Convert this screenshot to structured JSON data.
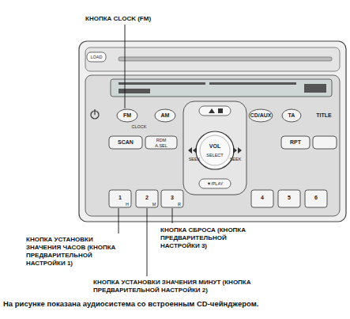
{
  "diagram": {
    "caption": "На рисунке показана аудиосистема со встроенным CD-чейнджером.",
    "labels": [
      "КНОПКА CLOCK (FM)",
      "КНОПКА УСТАНОВКИ ЗНАЧЕНИЯ ЧАСОВ (КНОПКА ПРЕДВАРИТЕЛЬНОЙ НАСТРОЙКИ 1)",
      "КНОПКА СБРОСА (КНОПКА ПРЕДВАРИТЕЛЬНОЙ НАСТРОЙКИ 3)",
      "КНОПКА УСТАНОВКИ ЗНАЧЕНИЯ МИНУТ (КНОПКА ПРЕДВАРИТЕЛЬНОЙ НАСТРОЙКИ 2)",
      "LOAD",
      "FM",
      "AM",
      "CD/AUX",
      "TA",
      "TITLE",
      "CLOCK",
      "SCAN",
      "RDM",
      "A.SEL",
      "SEEK",
      "SEEK",
      "VOL",
      "SELECT",
      "▼/PLAY",
      "RPT",
      "1",
      "2",
      "3",
      "4",
      "5",
      "6",
      "H",
      "M",
      "R"
    ]
  }
}
